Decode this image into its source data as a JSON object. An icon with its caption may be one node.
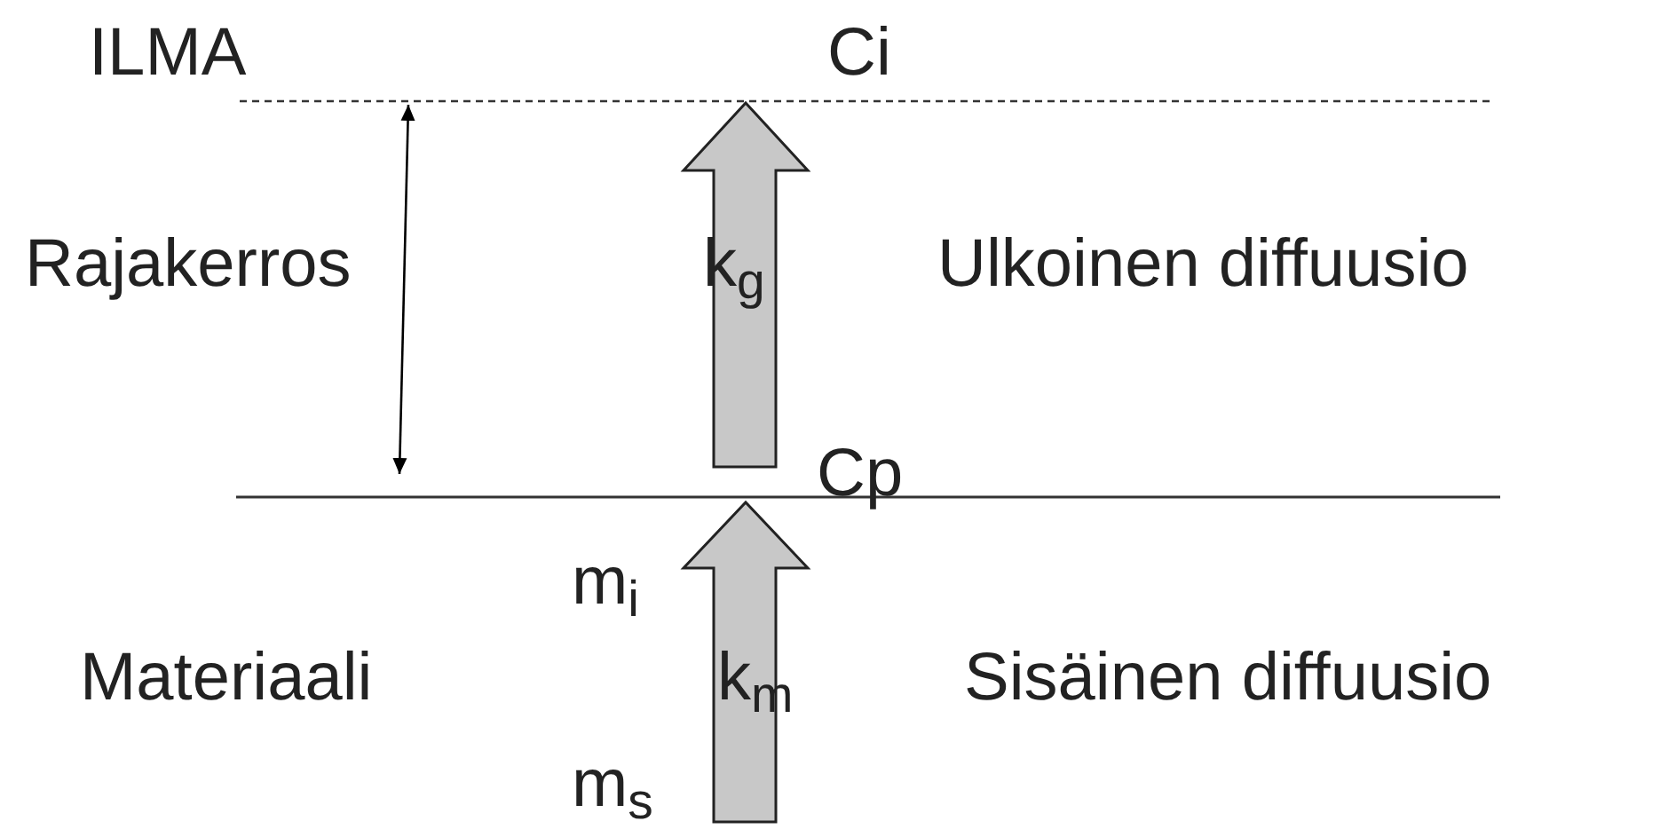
{
  "diagram": {
    "labels": [
      "ILMA",
      "Ci",
      "Rajakerros",
      "k$_{g}$",
      "Ulkoinen diffuusio",
      "Cp",
      "m$_{i}$",
      "Materiaali",
      "k$_{m}$",
      "Sisäinen diffuusio",
      "m$_{s}$"
    ]
  }
}
